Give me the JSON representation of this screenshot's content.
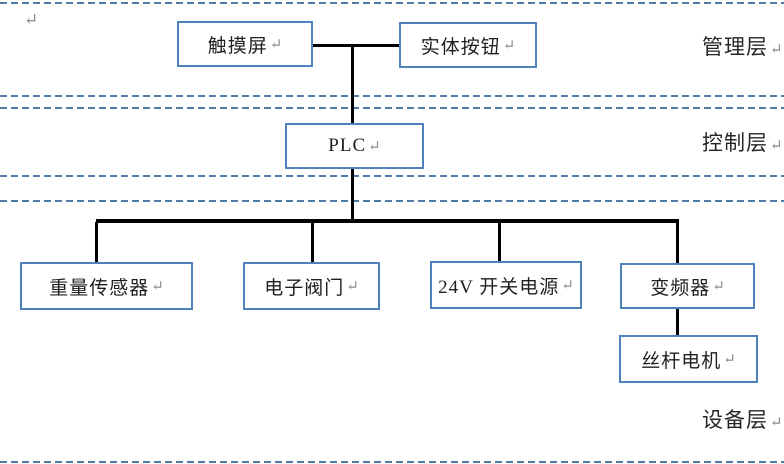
{
  "document": {
    "paragraph_mark": "↵"
  },
  "colors": {
    "box_border": "#4f81bd",
    "connector": "#000000",
    "boundary_line": "#4e7ca6",
    "text": "#1f1f1f",
    "paragraph_mark": "#8c8c8c"
  },
  "layer_labels": {
    "management": "管理层",
    "control": "控制层",
    "device": "设备层"
  },
  "nodes": {
    "touch_screen": {
      "label": "触摸屏"
    },
    "physical_button": {
      "label": "实体按钮"
    },
    "plc": {
      "label": "PLC"
    },
    "weight_sensor": {
      "label": "重量传感器"
    },
    "electronic_valve": {
      "label": "电子阀门"
    },
    "power_supply_24v": {
      "label": "24V 开关电源"
    },
    "inverter": {
      "label": "变频器"
    },
    "screw_motor": {
      "label": "丝杆电机"
    }
  }
}
